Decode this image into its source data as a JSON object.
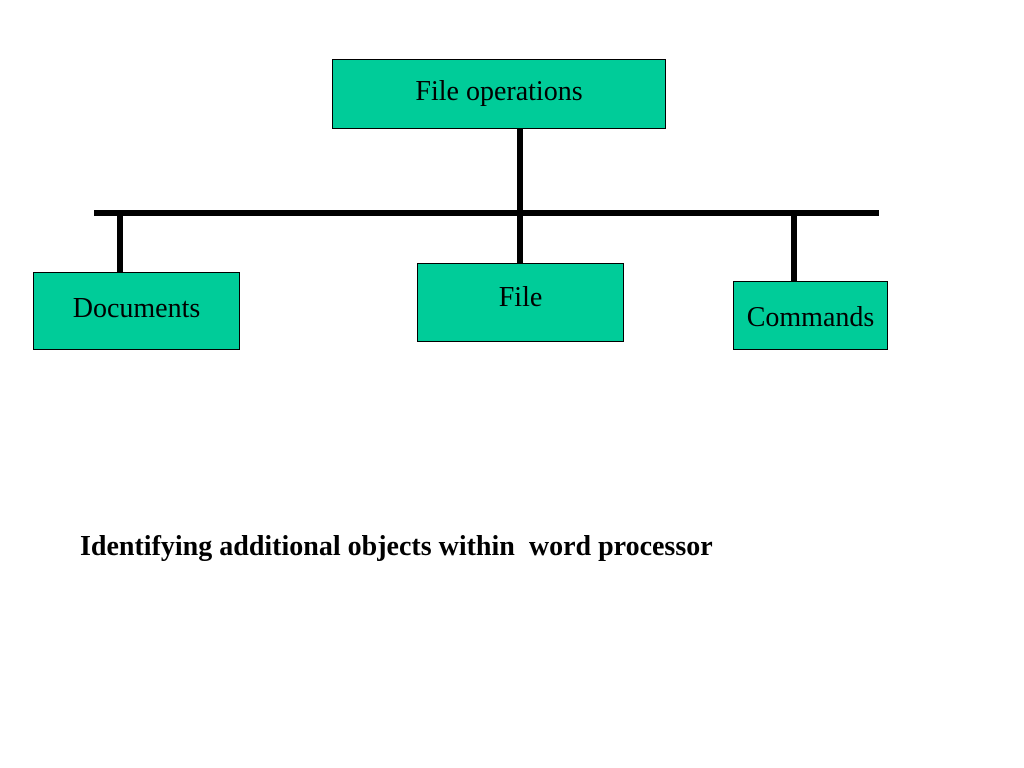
{
  "diagram": {
    "box_color": "#00CC99",
    "line_color": "#000000",
    "root": {
      "label": "File operations"
    },
    "children": [
      {
        "label": "Documents"
      },
      {
        "label": "File"
      },
      {
        "label": "Commands"
      }
    ]
  },
  "caption": "Identifying additional objects within  word processor"
}
